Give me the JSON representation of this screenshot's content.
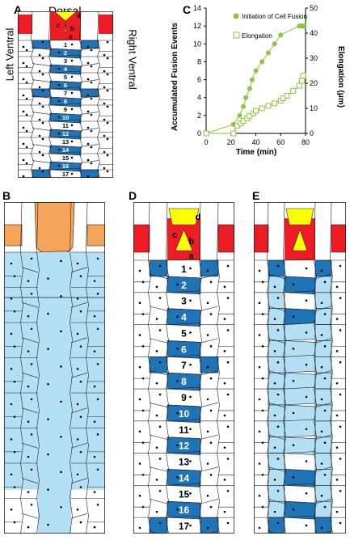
{
  "panels": {
    "A": {
      "label": "A",
      "top": "Dorsal",
      "left": "Left Ventral",
      "right": "Right Ventral",
      "letters": [
        "d",
        "c",
        "b",
        "a"
      ],
      "numbers": [
        "1",
        "2",
        "3",
        "4",
        "5",
        "6",
        "7",
        "8",
        "9",
        "10",
        "11",
        "12",
        "13",
        "14",
        "15",
        "16",
        "17"
      ]
    },
    "B": {
      "label": "B"
    },
    "C": {
      "label": "C"
    },
    "D": {
      "label": "D",
      "letters": [
        "d",
        "c",
        "b",
        "a"
      ],
      "numbers": [
        "1",
        "2",
        "3",
        "4",
        "5",
        "6",
        "7",
        "8",
        "9",
        "10",
        "11",
        "12",
        "13",
        "14",
        "15",
        "16",
        "17"
      ]
    },
    "E": {
      "label": "E"
    }
  },
  "colors": {
    "yellow": "#ffff00",
    "red": "#ee1c24",
    "blue": "#1f73b7",
    "lightblue": "#b3e0f5",
    "orange": "#f5a55a",
    "green": "#8dc63f"
  },
  "chart_data": {
    "type": "line",
    "xlabel": "Time (min)",
    "ylabel": "Accumulated Fusion Events",
    "y2label": "Elongation (μm)",
    "xlim": [
      0,
      80
    ],
    "ylim": [
      0,
      14
    ],
    "y2lim": [
      0,
      50
    ],
    "xticks": [
      "0",
      "20",
      "40",
      "60",
      "80"
    ],
    "yticks": [
      "0",
      "2",
      "4",
      "6",
      "8",
      "10",
      "12",
      "14"
    ],
    "y2ticks": [
      "0",
      "10",
      "20",
      "30",
      "40",
      "50"
    ],
    "series": [
      {
        "name": "Initiation of Cell Fusion",
        "axis": "left",
        "marker": "filled-circle",
        "x": [
          0,
          22,
          27,
          30,
          32,
          35,
          37,
          40,
          45,
          50,
          55,
          60,
          75,
          76,
          77,
          78,
          79
        ],
        "y": [
          0,
          1,
          2,
          3,
          4,
          5,
          6,
          7,
          8,
          9,
          10,
          11,
          12,
          12,
          12,
          12,
          12
        ]
      },
      {
        "name": "Elongation",
        "axis": "right",
        "marker": "open-square",
        "x": [
          0,
          22,
          25,
          28,
          30,
          33,
          35,
          38,
          40,
          45,
          50,
          55,
          60,
          62,
          65,
          70,
          75,
          77,
          78
        ],
        "y": [
          0,
          0,
          3,
          4,
          5,
          6,
          7,
          8,
          9,
          10,
          11,
          12,
          13,
          14,
          15,
          17,
          19,
          21,
          23
        ]
      }
    ]
  }
}
